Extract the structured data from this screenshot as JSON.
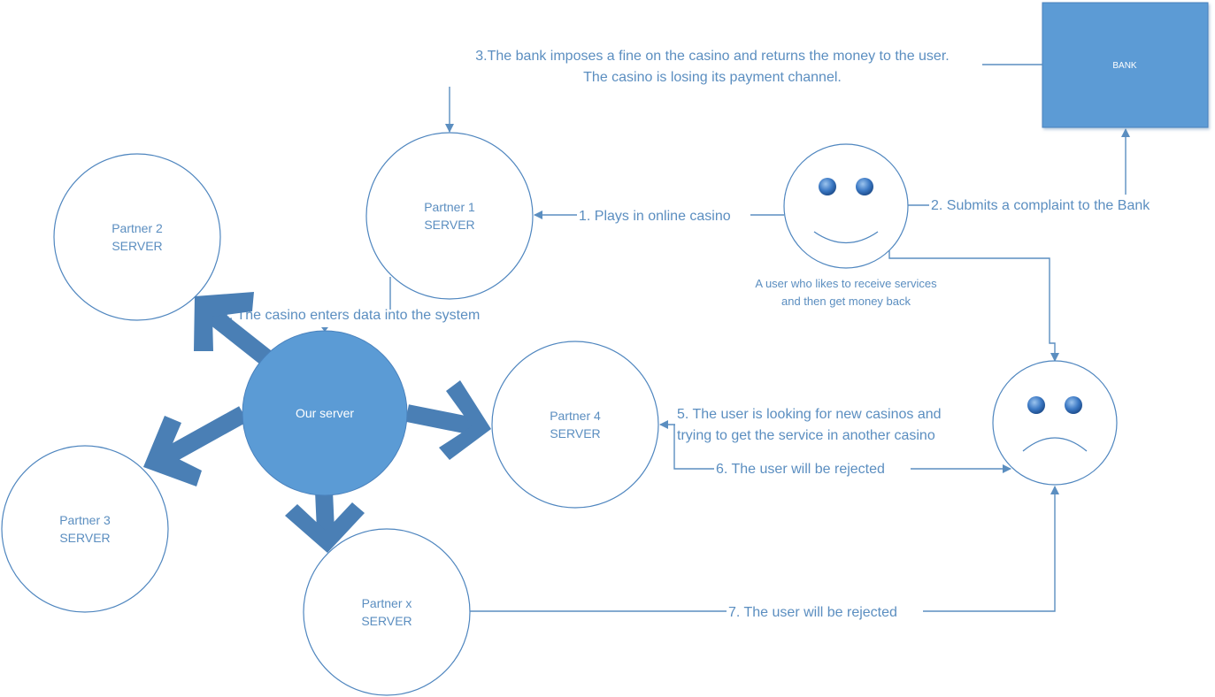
{
  "bank": {
    "label": "BANK",
    "color": "#5b9bd5"
  },
  "hub": {
    "label": "Our server",
    "color": "#5b9bd5"
  },
  "partners": {
    "p1": {
      "line1": "Partner 1",
      "line2": "SERVER"
    },
    "p2": {
      "line1": "Partner 2",
      "line2": "SERVER"
    },
    "p3": {
      "line1": "Partner 3",
      "line2": "SERVER"
    },
    "p4": {
      "line1": "Partner 4",
      "line2": "SERVER"
    },
    "px": {
      "line1": "Partner x",
      "line2": "SERVER"
    }
  },
  "steps": {
    "s1": "1. Plays in online casino",
    "s2": "2. Submits a complaint to the Bank",
    "s3_line1": "3.The bank imposes a fine on the casino and returns the money to the user.",
    "s3_line2": "The casino is losing its payment channel.",
    "s4": "4. The casino enters data into the system",
    "s5_line1": "5. The user is looking for new casinos and",
    "s5_line2": "trying to get the service in another casino",
    "s6": "6. The user will be rejected",
    "s7": "7. The user will be rejected"
  },
  "user_caption": {
    "line1": "A user who likes to receive services",
    "line2": "and then get money back"
  },
  "icons": {
    "happy": "happy-face-icon",
    "sad": "sad-face-icon"
  },
  "colors": {
    "accent": "#5b9bd5",
    "line": "#5b8ec0",
    "arrow": "#4a7fb5"
  }
}
